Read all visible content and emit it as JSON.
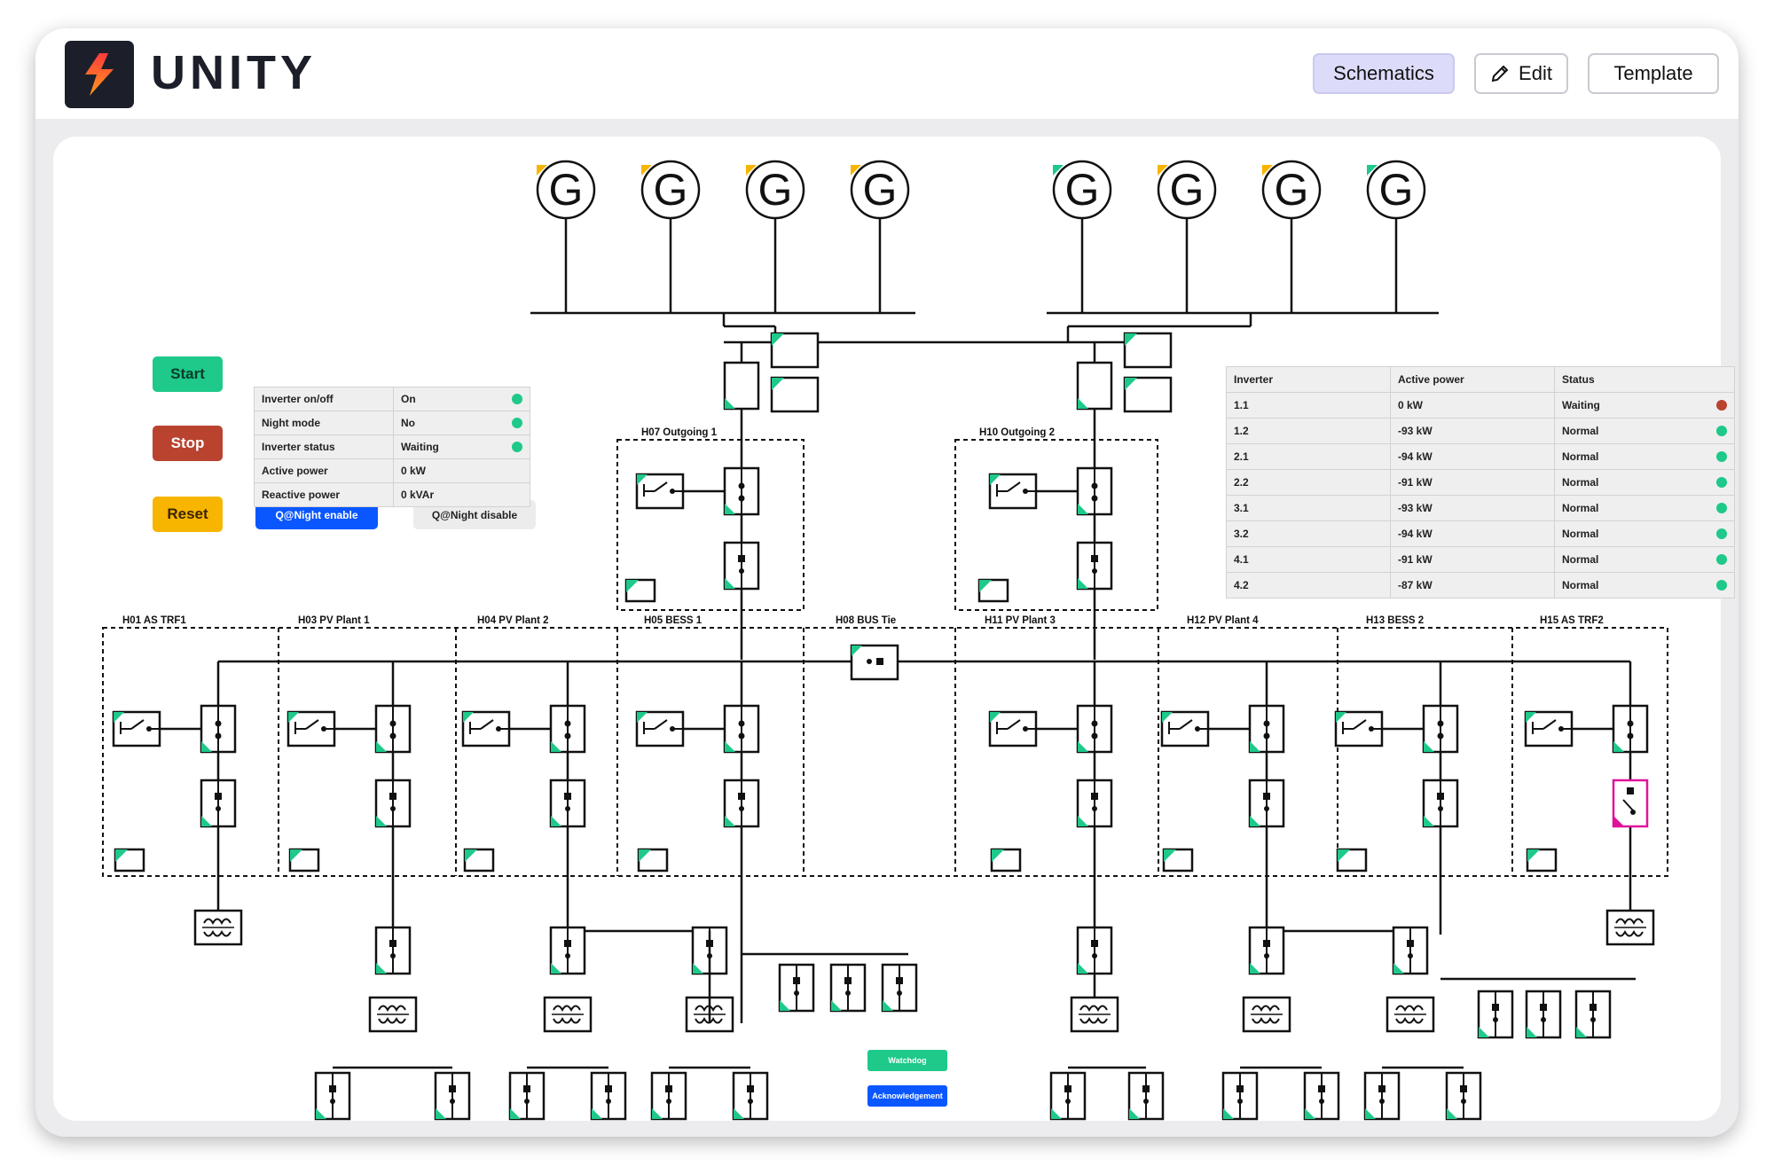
{
  "app": {
    "brand": "UNITY"
  },
  "nav": {
    "schematics": "Schematics",
    "edit": "Edit",
    "template": "Template"
  },
  "controls": {
    "start": "Start",
    "stop": "Stop",
    "reset": "Reset",
    "qnight_enable": "Q@Night enable",
    "qnight_disable": "Q@Night disable",
    "watchdog": "Watchdog",
    "acknowledgement": "Acknowledgement"
  },
  "inverter_panel": {
    "rows": [
      {
        "label": "Inverter on/off",
        "value": "On",
        "status_color": "#1ec98a"
      },
      {
        "label": "Night mode",
        "value": "No",
        "status_color": "#1ec98a"
      },
      {
        "label": "Inverter status",
        "value": "Waiting",
        "status_color": "#1ec98a"
      },
      {
        "label": "Active power",
        "value": "0 kW"
      },
      {
        "label": "Reactive power",
        "value": "0 kVAr"
      }
    ]
  },
  "inverter_table": {
    "headers": [
      "Inverter",
      "Active power",
      "Status"
    ],
    "rows": [
      {
        "inverter": "1.1",
        "power": "0 kW",
        "status": "Waiting",
        "color": "#b9432e"
      },
      {
        "inverter": "1.2",
        "power": "-93 kW",
        "status": "Normal",
        "color": "#1ec98a"
      },
      {
        "inverter": "2.1",
        "power": "-94 kW",
        "status": "Normal",
        "color": "#1ec98a"
      },
      {
        "inverter": "2.2",
        "power": "-91 kW",
        "status": "Normal",
        "color": "#1ec98a"
      },
      {
        "inverter": "3.1",
        "power": "-93 kW",
        "status": "Normal",
        "color": "#1ec98a"
      },
      {
        "inverter": "3.2",
        "power": "-94 kW",
        "status": "Normal",
        "color": "#1ec98a"
      },
      {
        "inverter": "4.1",
        "power": "-91 kW",
        "status": "Normal",
        "color": "#1ec98a"
      },
      {
        "inverter": "4.2",
        "power": "-87 kW",
        "status": "Normal",
        "color": "#1ec98a"
      }
    ]
  },
  "generators": {
    "symbol": "G",
    "indicator_colors": [
      "#f8b500",
      "#f8b500",
      "#f8b500",
      "#f8b500",
      "#1ec98a",
      "#f8b500",
      "#f8b500",
      "#1ec98a"
    ]
  },
  "feeders": {
    "outgoing": [
      "H07 Outgoing 1",
      "H10 Outgoing 2"
    ],
    "bays": [
      "H01 AS TRF1",
      "H03 PV Plant 1",
      "H04 PV Plant 2",
      "H05 BESS 1",
      "H08 BUS Tie",
      "H11 PV Plant 3",
      "H12 PV Plant 4",
      "H13 BESS 2",
      "H15 AS TRF2"
    ]
  },
  "colors": {
    "accent": "#1ec98a",
    "alarm": "#e0129a",
    "line": "#111111",
    "brand_icon": "#ff4d2e"
  }
}
